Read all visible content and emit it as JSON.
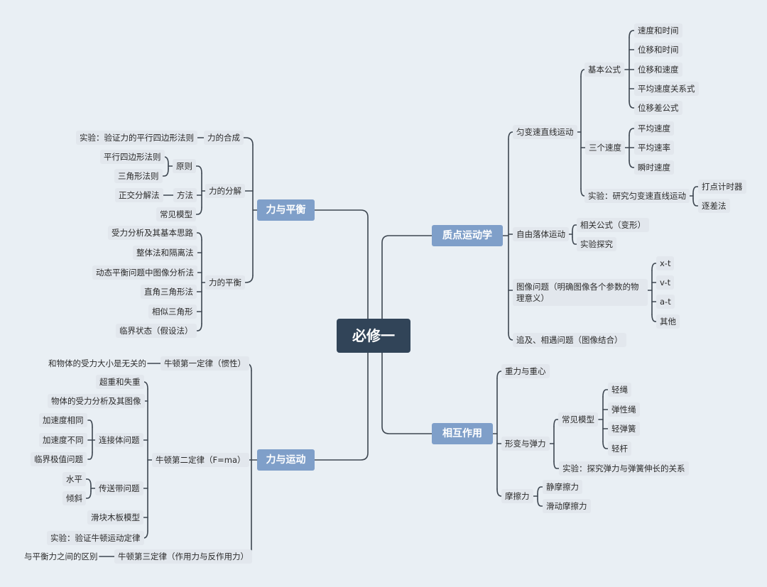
{
  "root": "必修一",
  "branches": {
    "balance": {
      "title": "力与平衡",
      "synthesis": {
        "label": "力的合成",
        "experiment": "实验：验证力的平行四边形法则"
      },
      "decomposition": {
        "label": "力的分解",
        "principle": {
          "label": "原则",
          "items": [
            "平行四边形法则",
            "三角形法则"
          ]
        },
        "method": {
          "label": "方法",
          "item": "正交分解法"
        },
        "model": "常见模型"
      },
      "equilibrium": {
        "label": "力的平衡",
        "items": [
          "受力分析及其基本思路",
          "整体法和隔离法",
          "动态平衡问题中图像分析法",
          "直角三角形法",
          "相似三角形",
          "临界状态（假设法）"
        ]
      }
    },
    "motion": {
      "title": "力与运动",
      "first_law": {
        "label": "牛顿第一定律（惯性）",
        "note": "和物体的受力大小是无关的"
      },
      "second_law": {
        "label": "牛顿第二定律（F=ma）",
        "overweight": "超重和失重",
        "force_analysis": "物体的受力分析及其图像",
        "connected": {
          "label": "连接体问题",
          "items": [
            "加速度相同",
            "加速度不同",
            "临界极值问题"
          ]
        },
        "belt": {
          "label": "传送带问题",
          "items": [
            "水平",
            "倾斜"
          ]
        },
        "slider": "滑块木板模型",
        "experiment": "实验：验证牛顿运动定律"
      },
      "third_law": {
        "label": "牛顿第三定律（作用力与反作用力）",
        "note": "与平衡力之间的区别"
      }
    },
    "kinematics": {
      "title": "质点运动学",
      "uniform": {
        "label": "匀变速直线运动",
        "formulas": {
          "label": "基本公式",
          "items": [
            "速度和时间",
            "位移和时间",
            "位移和速度",
            "平均速度关系式",
            "位移差公式"
          ]
        },
        "speeds": {
          "label": "三个速度",
          "items": [
            "平均速度",
            "平均速率",
            "瞬时速度"
          ]
        },
        "experiment": {
          "label": "实验：研究匀变速直线运动",
          "items": [
            "打点计时器",
            "逐差法"
          ]
        }
      },
      "freefall": {
        "label": "自由落体运动",
        "items": [
          "相关公式（变形）",
          "实验探究"
        ]
      },
      "graph": {
        "label": "图像问题（明确图像各个参数的物理意义）",
        "items": [
          "x-t",
          "v-t",
          "a-t",
          "其他"
        ]
      },
      "chase": "追及、相遇问题（图像结合）"
    },
    "interaction": {
      "title": "相互作用",
      "gravity": "重力与重心",
      "elastic": {
        "label": "形变与弹力",
        "models": {
          "label": "常见模型",
          "items": [
            "轻绳",
            "弹性绳",
            "轻弹簧",
            "轻杆"
          ]
        },
        "experiment": "实验：探究弹力与弹簧伸长的关系"
      },
      "friction": {
        "label": "摩擦力",
        "items": [
          "静摩擦力",
          "滑动摩擦力"
        ]
      }
    }
  },
  "colors": {
    "background": "#e9eff4",
    "root": "#314458",
    "main_topic": "#7f9fc9",
    "subtopic": "#e2e7ed",
    "line": "#3d4650"
  }
}
